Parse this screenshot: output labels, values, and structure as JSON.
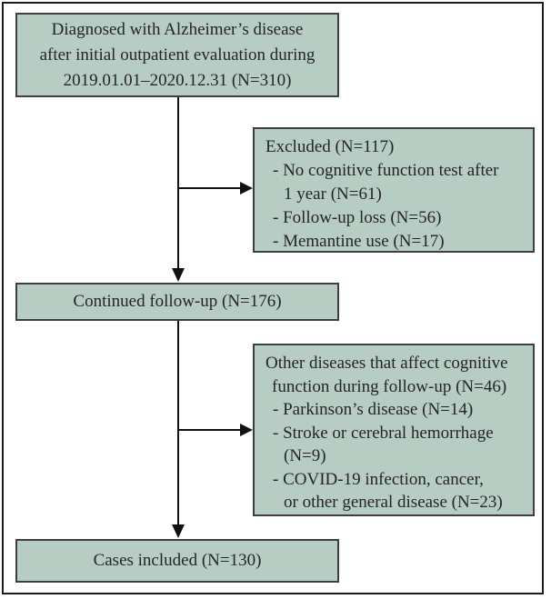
{
  "palette": {
    "box_fill": "#b7ccc2",
    "box_border": "#3e3e3e",
    "arrow": "#111111",
    "frame": "#1b1b1b",
    "text": "#252525"
  },
  "boxes": {
    "diagnosed": {
      "text": "Diagnosed with Alzheimer’s disease\nafter initial outpatient evaluation during\n2019.01.01–2020.12.31 (N=310)"
    },
    "excluded": {
      "title": "Excluded (N=117)",
      "lines": [
        "- No cognitive function test after",
        "1 year (N=61)",
        "- Follow-up loss (N=56)",
        "- Memantine use (N=17)"
      ]
    },
    "continued": {
      "text": "Continued follow-up (N=176)"
    },
    "other": {
      "title_lines": [
        "Other diseases that affect cognitive",
        "function during follow-up (N=46)"
      ],
      "lines": [
        "- Parkinson’s disease (N=14)",
        "- Stroke or cerebral hemorrhage",
        "(N=9)",
        "- COVID-19 infection, cancer,",
        "or other general disease (N=23)"
      ]
    },
    "cases": {
      "text": "Cases included (N=130)"
    }
  }
}
